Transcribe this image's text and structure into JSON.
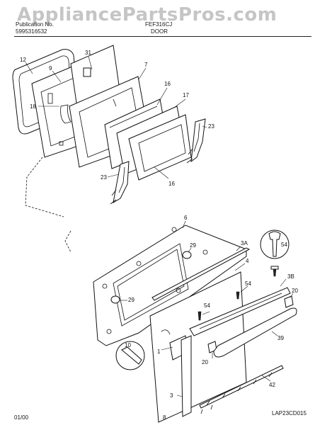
{
  "watermark": "AppliancePartsPros.com",
  "header": {
    "line1_left": "Publication No.",
    "line2_left": "5995316532",
    "model": "FEF316CJ",
    "section": "DOOR"
  },
  "footer": {
    "date": "01/00",
    "page": "8",
    "code": "LAP23CD015"
  },
  "callouts": {
    "c12": "12",
    "c9": "9",
    "c31": "31",
    "c7": "7",
    "c16a": "16",
    "c17": "17",
    "c18": "18",
    "c23a": "23",
    "c23b": "23",
    "c16b": "16",
    "c6": "6",
    "c29a": "29",
    "c3A": "3A",
    "c4": "4",
    "c54a": "54",
    "c54b": "54",
    "c29b": "29",
    "c54c": "54",
    "c3B": "3B",
    "c20a": "20",
    "c1": "1",
    "c10": "10",
    "c20b": "20",
    "c39": "39",
    "c3": "3",
    "c42": "42"
  }
}
